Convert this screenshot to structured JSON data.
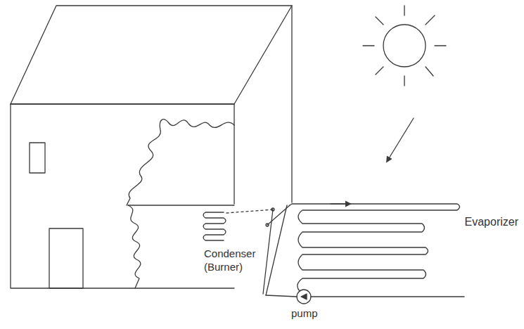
{
  "diagram": {
    "labels": [
      "Condenser (Burner)",
      "Evaporizer",
      "pump"
    ]
  }
}
